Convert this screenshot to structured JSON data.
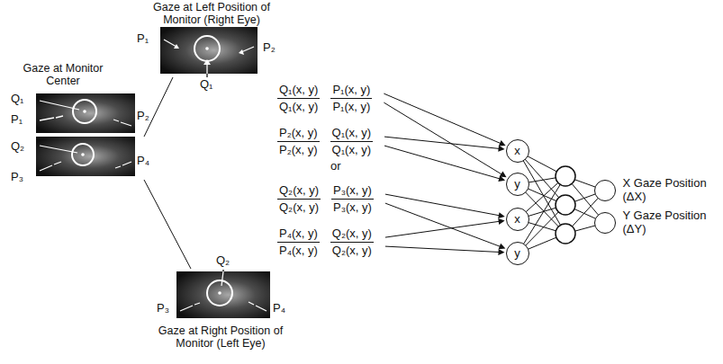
{
  "diagram": {
    "nodes": [
      {
        "text": [
          "Q₁(x, y)",
          "Q₁(x, y)",
          "P₁(x, y)",
          "P₁(x, y)"
        ]
      },
      {
        "text": [
          "P₂(x, y)",
          "P₂(x, y)",
          "Q₁(x, y)",
          "Q₁(x, y)"
        ]
      },
      {
        "text": [
          "Q₂(x, y)",
          "Q₂(x, y)",
          "P₃(x, y)",
          "P₃(x, y)"
        ]
      },
      {
        "text": [
          "P₄(x, y)",
          "P₄(x, y)",
          "Q₂(x, y)",
          "Q₂(x, y)"
        ]
      },
      {
        "text": [
          "x"
        ]
      },
      {
        "text": [
          "y"
        ]
      },
      {
        "text": [
          "x"
        ]
      },
      {
        "text": [
          "y"
        ]
      },
      {
        "text": [
          "X Gaze Position (ΔX)"
        ]
      },
      {
        "text": [
          "Y Gaze Position (ΔY)"
        ]
      }
    ],
    "edges": [
      {
        "from": 0,
        "to": 4,
        "arrow": "to"
      },
      {
        "from": 0,
        "to": 5,
        "arrow": "to"
      },
      {
        "from": 1,
        "to": 4,
        "arrow": "to"
      },
      {
        "from": 1,
        "to": 5,
        "arrow": "to"
      },
      {
        "from": 2,
        "to": 6,
        "arrow": "to"
      },
      {
        "from": 2,
        "to": 7,
        "arrow": "to"
      },
      {
        "from": 3,
        "to": 6,
        "arrow": "to"
      },
      {
        "from": 3,
        "to": 7,
        "arrow": "to"
      }
    ],
    "labels": [
      "Gaze at Left Position of Monitor (Right Eye)",
      "P₁",
      "P₂",
      "Q₁",
      "Gaze at Monitor Center",
      "Q₁",
      "P₁",
      "P₂",
      "Q₂",
      "P₃",
      "P₄",
      "Q₂",
      "P₃",
      "P₄",
      "Gaze at Right Position of Monitor (Left Eye)",
      "or"
    ]
  }
}
